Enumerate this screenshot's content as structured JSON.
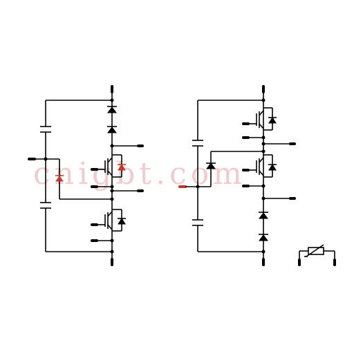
{
  "watermark": {
    "text": "cnigbt.com",
    "color": "#e6a3a3"
  },
  "colors": {
    "line": "#000000",
    "highlight": "#c0392b",
    "background": "#ffffff"
  },
  "circuits": [
    {
      "name": "left-three-level-leg",
      "components": [
        "capacitor",
        "capacitor",
        "clamp-diode",
        "diode",
        "diode",
        "igbt-with-diode",
        "igbt-with-diode"
      ]
    },
    {
      "name": "right-three-level-leg",
      "components": [
        "capacitor",
        "capacitor",
        "clamp-diode",
        "igbt-with-diode",
        "igbt-with-diode",
        "diode",
        "diode"
      ]
    },
    {
      "name": "ntc-thermistor",
      "components": [
        "thermistor"
      ]
    }
  ]
}
